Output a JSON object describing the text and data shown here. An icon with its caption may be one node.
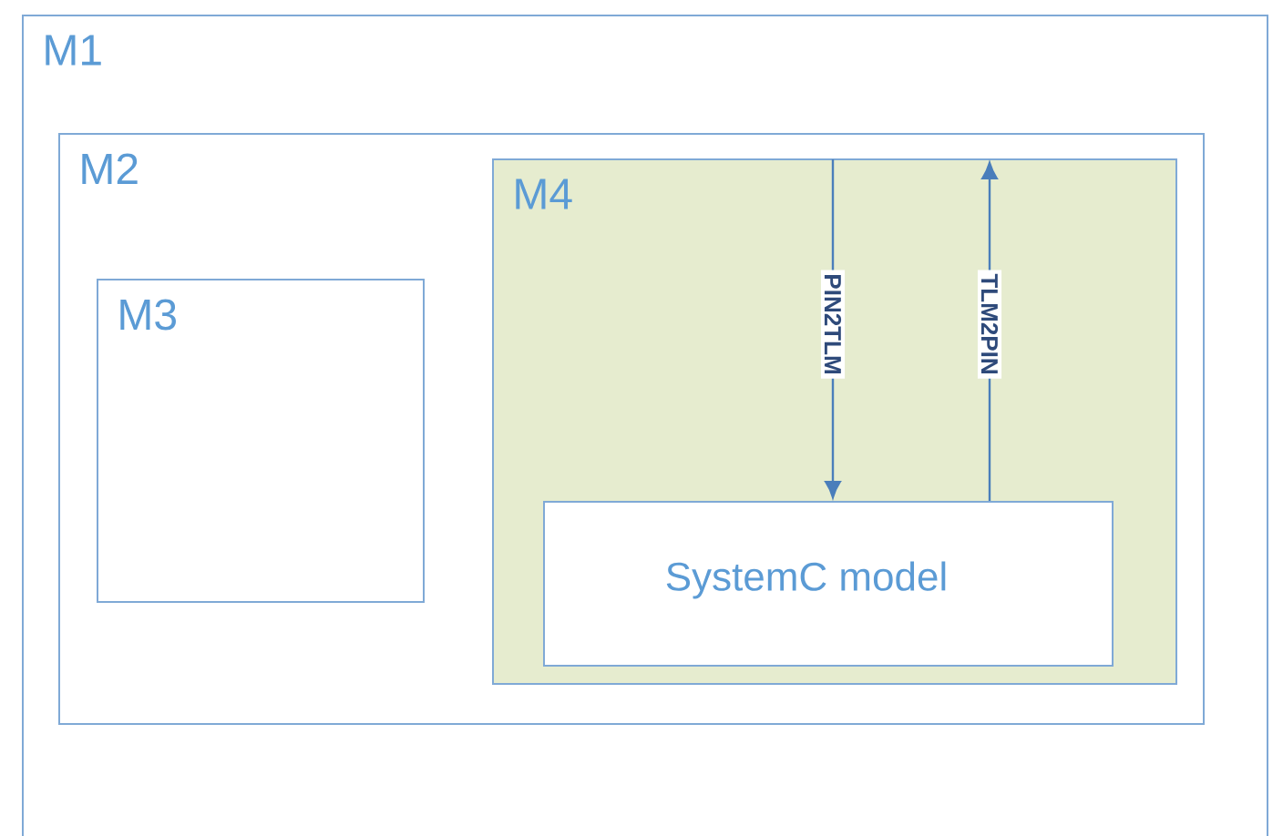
{
  "diagram": {
    "nodes": [
      {
        "text": [
          "M1"
        ]
      },
      {
        "text": [
          "M2"
        ],
        "in": 0
      },
      {
        "text": [
          "M3"
        ],
        "in": 1
      },
      {
        "text": [
          "M4"
        ],
        "in": 1
      },
      {
        "text": [
          "SystemC model"
        ],
        "in": 3
      }
    ],
    "edges": [
      {
        "from": null,
        "to": 4,
        "arrow": "to",
        "label": "PIN2TLM"
      },
      {
        "from": 4,
        "to": null,
        "arrow": "to",
        "label": "TLM2PIN"
      }
    ]
  }
}
